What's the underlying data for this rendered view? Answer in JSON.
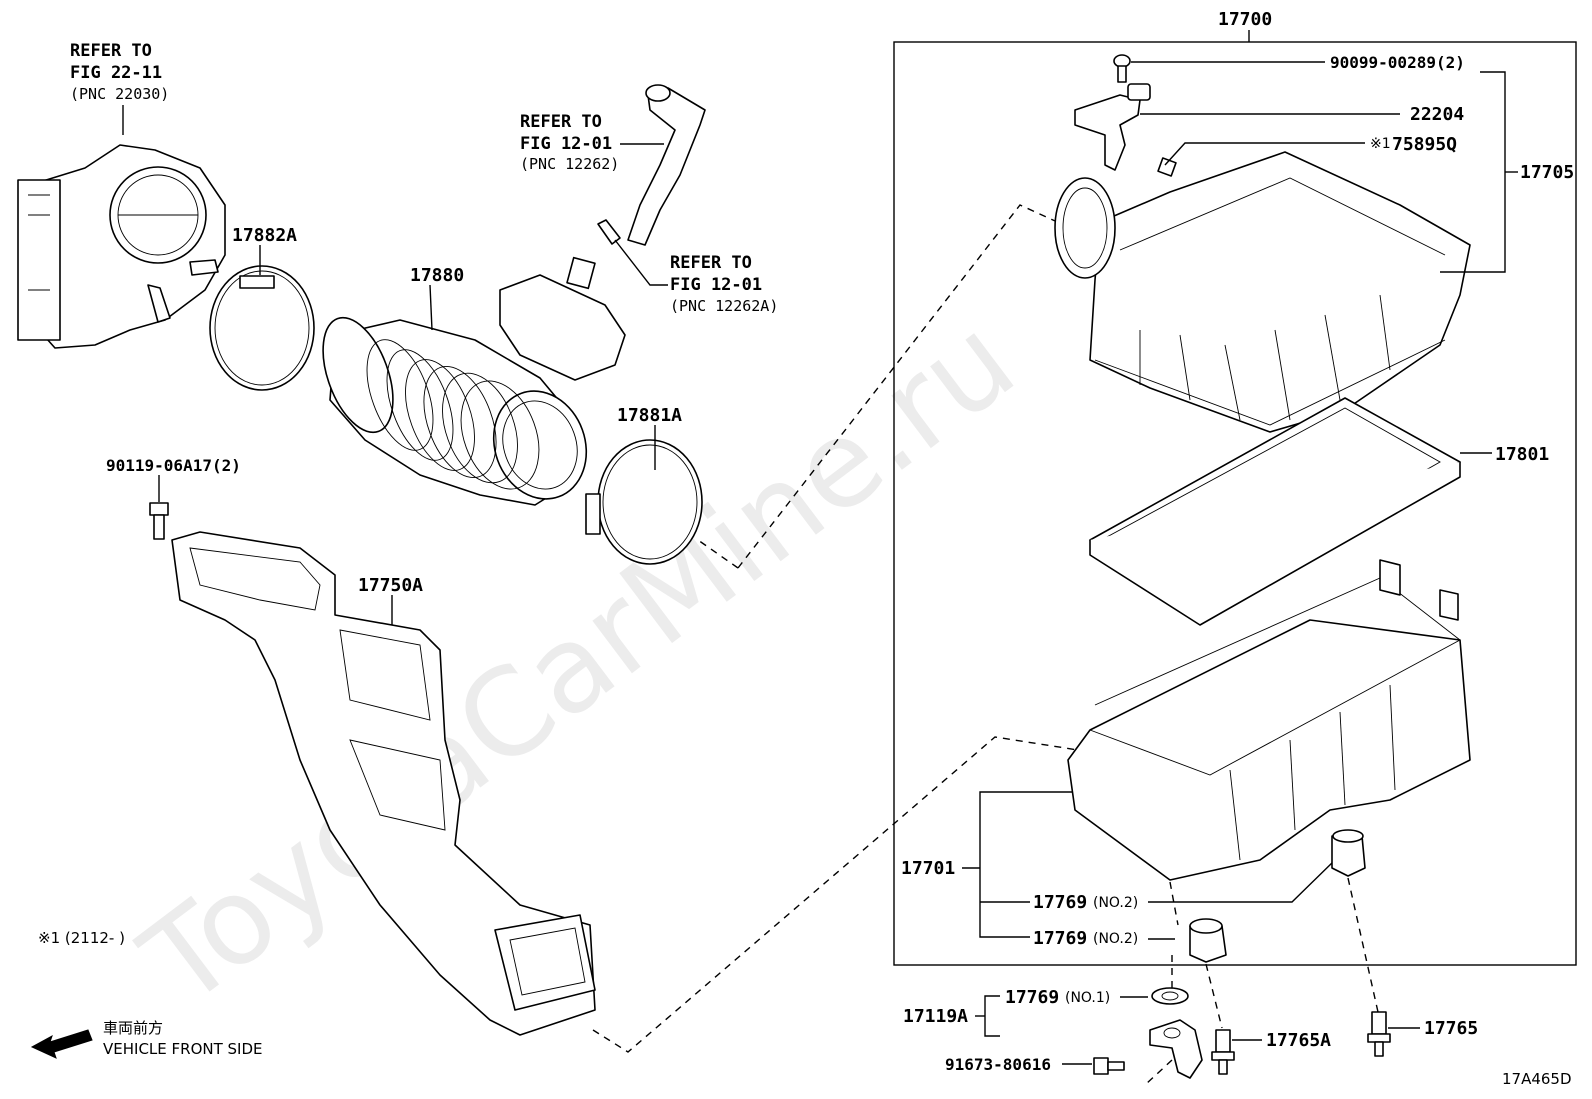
{
  "watermark": "ToyotaCarMine.ru",
  "diagram_id": "17A465D",
  "front_side": {
    "jp": "車両前方",
    "en": "VEHICLE FRONT SIDE"
  },
  "footnote": "※1 (2112-        )",
  "refs": {
    "throttle": {
      "line1": "REFER TO",
      "line2": "FIG 22-11",
      "pnc": "(PNC 22030)"
    },
    "hose_a": {
      "line1": "REFER TO",
      "line2": "FIG 12-01",
      "pnc": "(PNC 12262)"
    },
    "hose_b": {
      "line1": "REFER TO",
      "line2": "FIG 12-01",
      "pnc": "(PNC 12262A)"
    }
  },
  "parts": {
    "p17700": "17700",
    "p90099": "90099-00289(2)",
    "p22204": "22204",
    "p75895q_prefix": "※1",
    "p75895q": "75895Q",
    "p17705": "17705",
    "p17801": "17801",
    "p17882a": "17882A",
    "p17880": "17880",
    "p17881a": "17881A",
    "p90119": "90119-06A17(2)",
    "p17750a": "17750A",
    "p17701": "17701",
    "p17769_a": "17769",
    "p17769_a_note": "(NO.2)",
    "p17769_b": "17769",
    "p17769_b_note": "(NO.2)",
    "p17119a": "17119A",
    "p17769_c": "17769",
    "p17769_c_note": "(NO.1)",
    "p17765a": "17765A",
    "p17765": "17765",
    "p91673": "91673-80616"
  }
}
